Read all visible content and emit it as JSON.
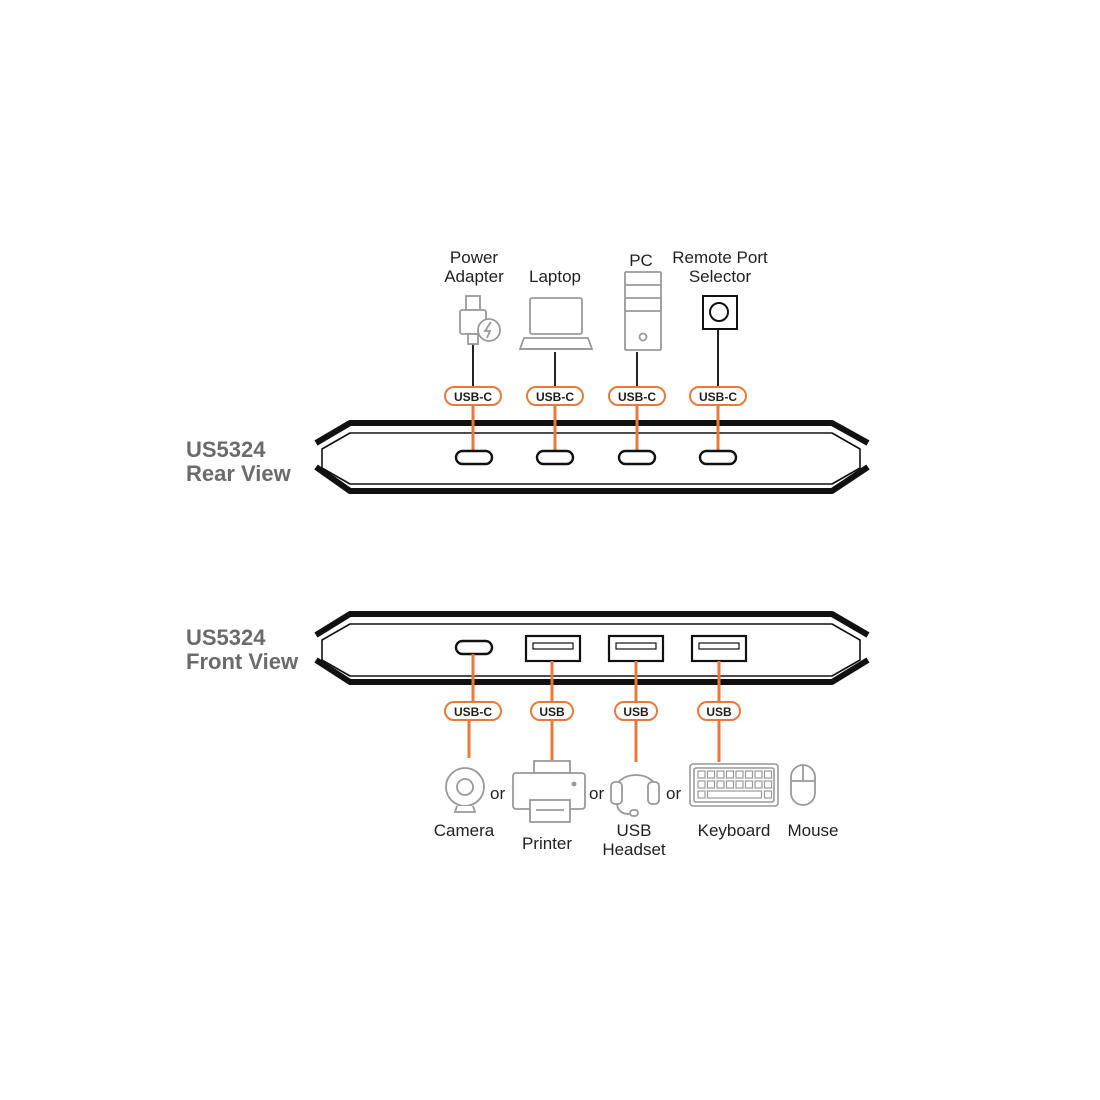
{
  "colors": {
    "accent": "#e8793a",
    "title": "#6b6b6b",
    "line": "#111111",
    "icon": "#9a9a9a"
  },
  "rear": {
    "title_model": "US5324",
    "title_view": "Rear View",
    "devices": [
      {
        "label": "Power\nAdapter",
        "icon": "power-adapter-icon",
        "port": "USB-C"
      },
      {
        "label": "Laptop",
        "icon": "laptop-icon",
        "port": "USB-C"
      },
      {
        "label": "PC",
        "icon": "pc-tower-icon",
        "port": "USB-C"
      },
      {
        "label": "Remote Port\nSelector",
        "icon": "remote-port-selector-icon",
        "port": "USB-C"
      }
    ]
  },
  "front": {
    "title_model": "US5324",
    "title_view": "Front View",
    "ports": [
      "USB-C",
      "USB",
      "USB",
      "USB"
    ],
    "devices": [
      {
        "label": "Camera",
        "icon": "camera-icon"
      },
      {
        "label": "Printer",
        "icon": "printer-icon"
      },
      {
        "label": "USB\nHeadset",
        "icon": "headset-icon"
      },
      {
        "label": "Keyboard",
        "icon": "keyboard-icon"
      },
      {
        "label": "Mouse",
        "icon": "mouse-icon"
      }
    ],
    "or_label": "or"
  }
}
